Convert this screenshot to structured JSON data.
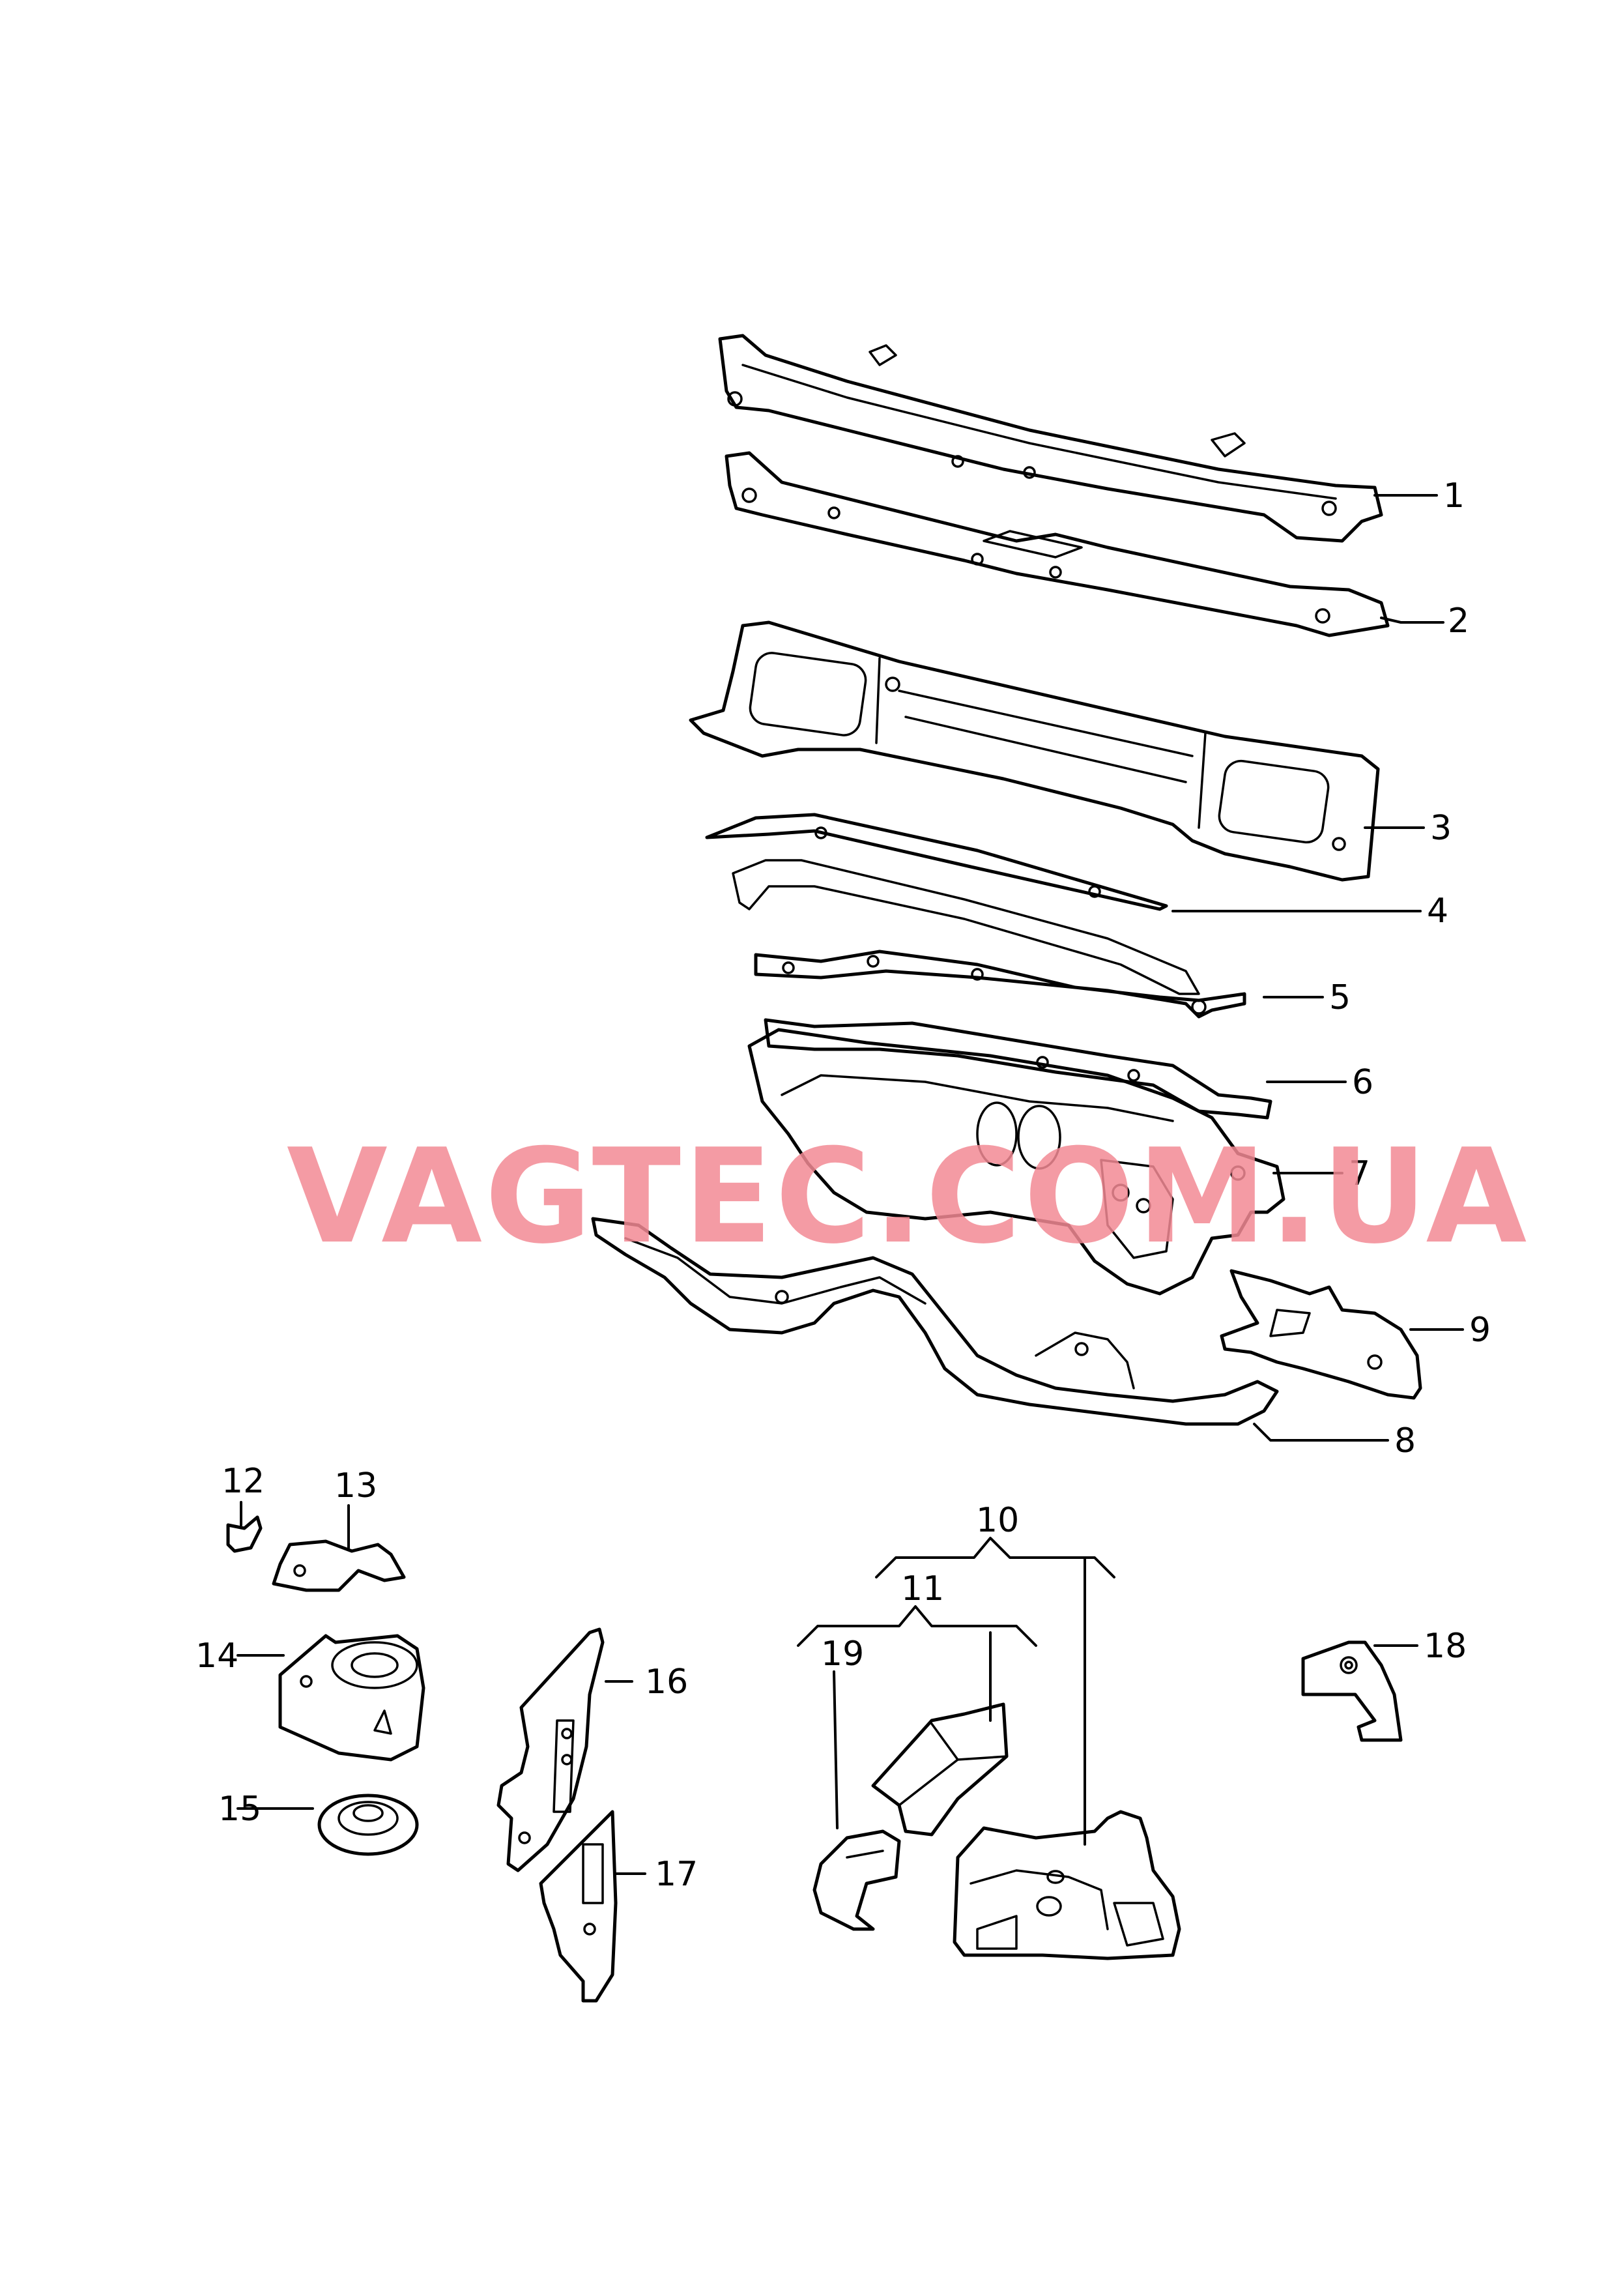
{
  "watermark": "VAGTEC.COM.UA",
  "callouts": {
    "c1": "1",
    "c2": "2",
    "c3": "3",
    "c4": "4",
    "c5": "5",
    "c6": "6",
    "c7": "7",
    "c8": "8",
    "c9": "9",
    "c10": "10",
    "c11": "11",
    "c12": "12",
    "c13": "13",
    "c14": "14",
    "c15": "15",
    "c16": "16",
    "c17": "17",
    "c18": "18",
    "c19": "19"
  },
  "colors": {
    "line": "#000000",
    "watermark": "#f28a94",
    "background": "#ffffff"
  }
}
